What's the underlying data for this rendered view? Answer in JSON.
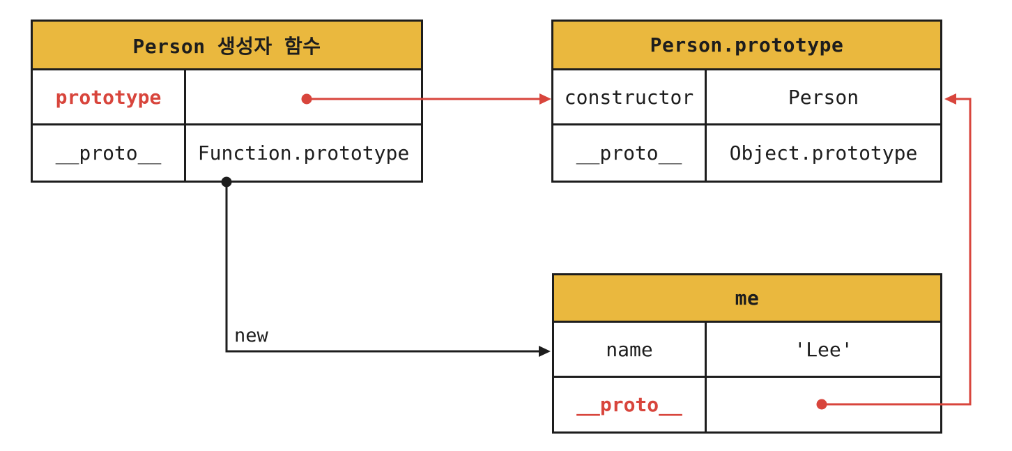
{
  "diagram": {
    "colors": {
      "header_fill": "#EAB83E",
      "accent_red": "#D8453C",
      "ink": "#1D1D1D",
      "background": "#FFFFFF"
    },
    "tables": {
      "person_constructor": {
        "title": "Person 생성자 함수",
        "rows": [
          {
            "key": "prototype",
            "value": ""
          },
          {
            "key": "__proto__",
            "value": "Function.prototype"
          }
        ]
      },
      "person_prototype": {
        "title": "Person.prototype",
        "rows": [
          {
            "key": "constructor",
            "value": "Person"
          },
          {
            "key": "__proto__",
            "value": "Object.prototype"
          }
        ]
      },
      "me": {
        "title": "me",
        "rows": [
          {
            "key": "name",
            "value": "'Lee'"
          },
          {
            "key": "__proto__",
            "value": ""
          }
        ]
      }
    },
    "labels": {
      "new_operator": "new"
    },
    "connections": [
      {
        "from": "Person constructor prototype slot",
        "to": "Person.prototype (left edge)",
        "color": "#D8453C",
        "style": "dot-to-arrow"
      },
      {
        "from": "me __proto__ slot",
        "to": "Person.prototype (right edge)",
        "color": "#D8453C",
        "style": "dot-to-arrow"
      },
      {
        "from": "Person constructor (bottom)",
        "to": "me (left edge, name row)",
        "color": "#1D1D1D",
        "style": "dot-to-arrow",
        "label": "new"
      }
    ]
  }
}
